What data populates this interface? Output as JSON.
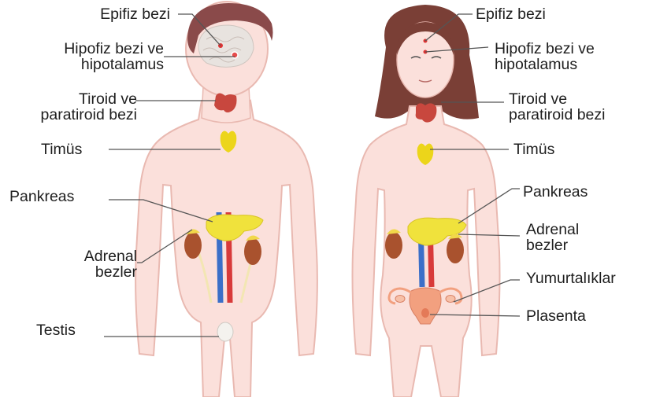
{
  "male": {
    "labels": {
      "pineal": "Epifiz bezi",
      "pituitary_1": "Hipofiz bezi ve",
      "pituitary_2": "hipotalamus",
      "thyroid_1": "Tiroid ve",
      "thyroid_2": "paratiroid bezi",
      "thymus": "Timüs",
      "pancreas": "Pankreas",
      "adrenal_1": "Adrenal",
      "adrenal_2": "bezler",
      "testis": "Testis"
    }
  },
  "female": {
    "labels": {
      "pineal": "Epifiz bezi",
      "pituitary_1": "Hipofiz bezi ve",
      "pituitary_2": "hipotalamus",
      "thyroid_1": "Tiroid ve",
      "thyroid_2": "paratiroid bezi",
      "thymus": "Timüs",
      "pancreas": "Pankreas",
      "adrenal_1": "Adrenal",
      "adrenal_2": "bezler",
      "ovaries": "Yumurtalıklar",
      "placenta": "Plasenta"
    }
  },
  "colors": {
    "skin": "#fbe0db",
    "skin_outline": "#e9b9b1",
    "hair_male": "#8a4a4a",
    "hair_female": "#7a3f36",
    "brain": "#e8e3df",
    "thyroid": "#c8473e",
    "thymus": "#ecd51a",
    "pancreas": "#f0e23c",
    "kidney": "#a9522e",
    "adrenal": "#f1d84a",
    "artery": "#d83a3a",
    "vein": "#3b6fc8",
    "uterus": "#f2a07f",
    "leader_line": "#555555"
  }
}
